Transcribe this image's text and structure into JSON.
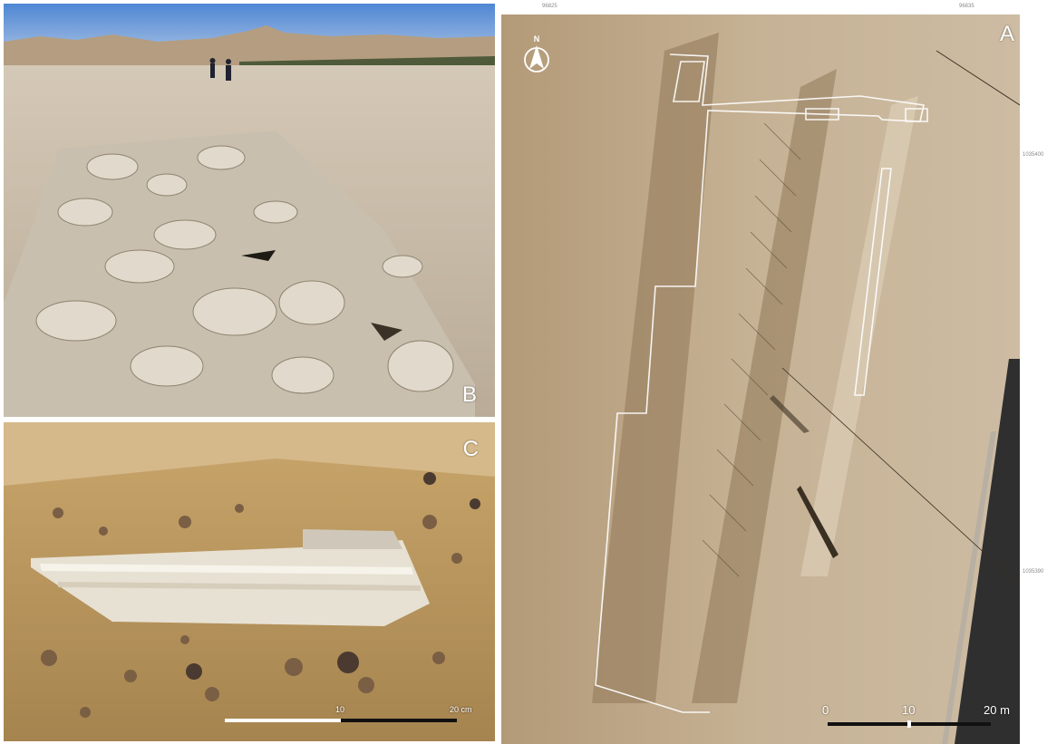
{
  "panels": {
    "b": {
      "letter": "B",
      "subject": "landscape photo of stone wall remains in desert"
    },
    "c": {
      "letter": "C",
      "scale_mid": "10",
      "scale_end": "20 cm"
    },
    "a": {
      "letter": "A",
      "north_label": "N",
      "scale_zero": "0",
      "scale_mid": "10",
      "scale_end": "20 m",
      "coords_top": [
        "96825",
        "96835"
      ],
      "coords_right": [
        "1035400",
        "1035390"
      ]
    }
  },
  "colors": {
    "sky": "#5b8fd6",
    "desert": "#c7b8a2",
    "aerial": "#bfa98a",
    "outline": "#ffffff"
  }
}
